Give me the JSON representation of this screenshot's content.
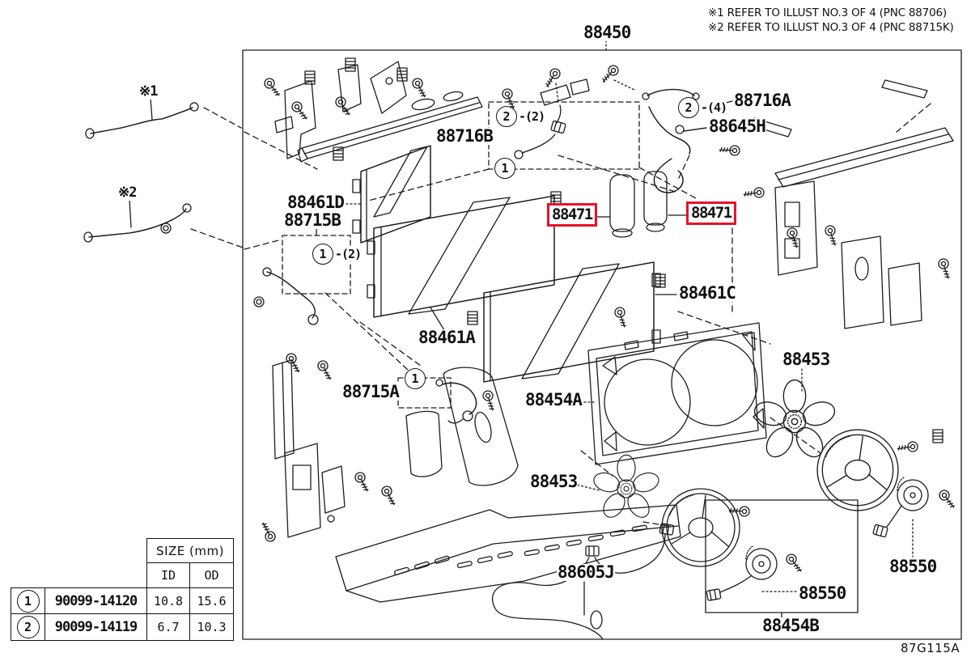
{
  "highlight_color": "#e8112d",
  "header_notes": {
    "note1": "※1 REFER TO ILLUST NO.3 OF 4 (PNC 88706)",
    "note2": "※2 REFER TO ILLUST NO.3 OF 4 (PNC 88715K)"
  },
  "figure_code": "87G115A",
  "marks": {
    "m1": "※1",
    "m2": "※2"
  },
  "callouts": {
    "one": "1",
    "two": "2",
    "qty2": "-(2)",
    "qty4": "-(4)"
  },
  "parts": {
    "assembly": "88450",
    "bracket_88716B": "88716B",
    "bracket_88716A": "88716A",
    "clamp_88645H": "88645H",
    "condenser_88461D": "88461D",
    "pipe_88715B": "88715B",
    "drier_88471": "88471",
    "condenser_88461C": "88461C",
    "condenser_88461A": "88461A",
    "fan_88453": "88453",
    "pipe_88715A": "88715A",
    "shroud_88454A": "88454A",
    "wire_88605J": "88605J",
    "motor_88550": "88550",
    "shroud_88454B": "88454B"
  },
  "size_table": {
    "title": "SIZE (mm)",
    "columns": {
      "id": "ID",
      "od": "OD"
    },
    "rows": [
      {
        "mark": "1",
        "part_no": "90099-14120",
        "id_mm": "10.8",
        "od_mm": "15.6"
      },
      {
        "mark": "2",
        "part_no": "90099-14119",
        "id_mm": "6.7",
        "od_mm": "10.3"
      }
    ]
  }
}
